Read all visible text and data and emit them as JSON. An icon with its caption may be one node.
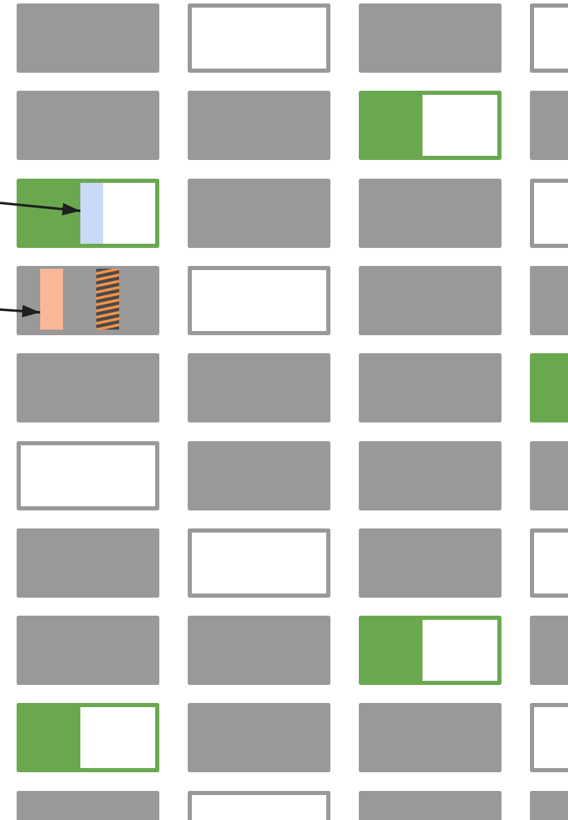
{
  "diagram": {
    "nodes": [
      {
        "text": [],
        "shape": "box"
      },
      {
        "text": [],
        "shape": "box"
      },
      {
        "text": [],
        "shape": "box"
      },
      {
        "text": [],
        "shape": "box"
      },
      {
        "text": [],
        "shape": "box"
      },
      {
        "text": [],
        "shape": "box"
      },
      {
        "text": [],
        "shape": "box"
      },
      {
        "text": [],
        "shape": "box"
      },
      {
        "text": [],
        "shape": "box"
      },
      {
        "text": [],
        "shape": "bar",
        "in": 8
      },
      {
        "text": [],
        "shape": "box"
      },
      {
        "text": [],
        "shape": "box"
      },
      {
        "text": [],
        "shape": "box"
      },
      {
        "text": [],
        "shape": "box"
      },
      {
        "text": [],
        "shape": "bar",
        "in": 13
      },
      {
        "text": [],
        "shape": "box"
      },
      {
        "text": [],
        "shape": "box"
      },
      {
        "text": [],
        "shape": "box"
      },
      {
        "text": [],
        "shape": "box"
      },
      {
        "text": [],
        "shape": "box"
      },
      {
        "text": [],
        "shape": "box"
      },
      {
        "text": [],
        "shape": "box"
      },
      {
        "text": [],
        "shape": "box"
      },
      {
        "text": [],
        "shape": "box"
      },
      {
        "text": [],
        "shape": "box"
      },
      {
        "text": [],
        "shape": "box"
      },
      {
        "text": [],
        "shape": "box"
      },
      {
        "text": [],
        "shape": "box"
      },
      {
        "text": [],
        "shape": "box"
      },
      {
        "text": [],
        "shape": "box"
      },
      {
        "text": [],
        "shape": "box"
      },
      {
        "text": [],
        "shape": "box"
      },
      {
        "text": [],
        "shape": "box"
      },
      {
        "text": [],
        "shape": "box"
      },
      {
        "text": [],
        "shape": "box"
      },
      {
        "text": [],
        "shape": "box"
      },
      {
        "text": [],
        "shape": "box"
      },
      {
        "text": [],
        "shape": "box"
      },
      {
        "text": [],
        "shape": "box"
      },
      {
        "text": [],
        "shape": "box"
      },
      {
        "text": [],
        "shape": "box"
      },
      {
        "text": [],
        "shape": "box"
      }
    ],
    "edges": [
      {
        "from": null,
        "to": 9,
        "arrow": "to"
      },
      {
        "from": null,
        "to": 14,
        "arrow": "to"
      }
    ]
  }
}
